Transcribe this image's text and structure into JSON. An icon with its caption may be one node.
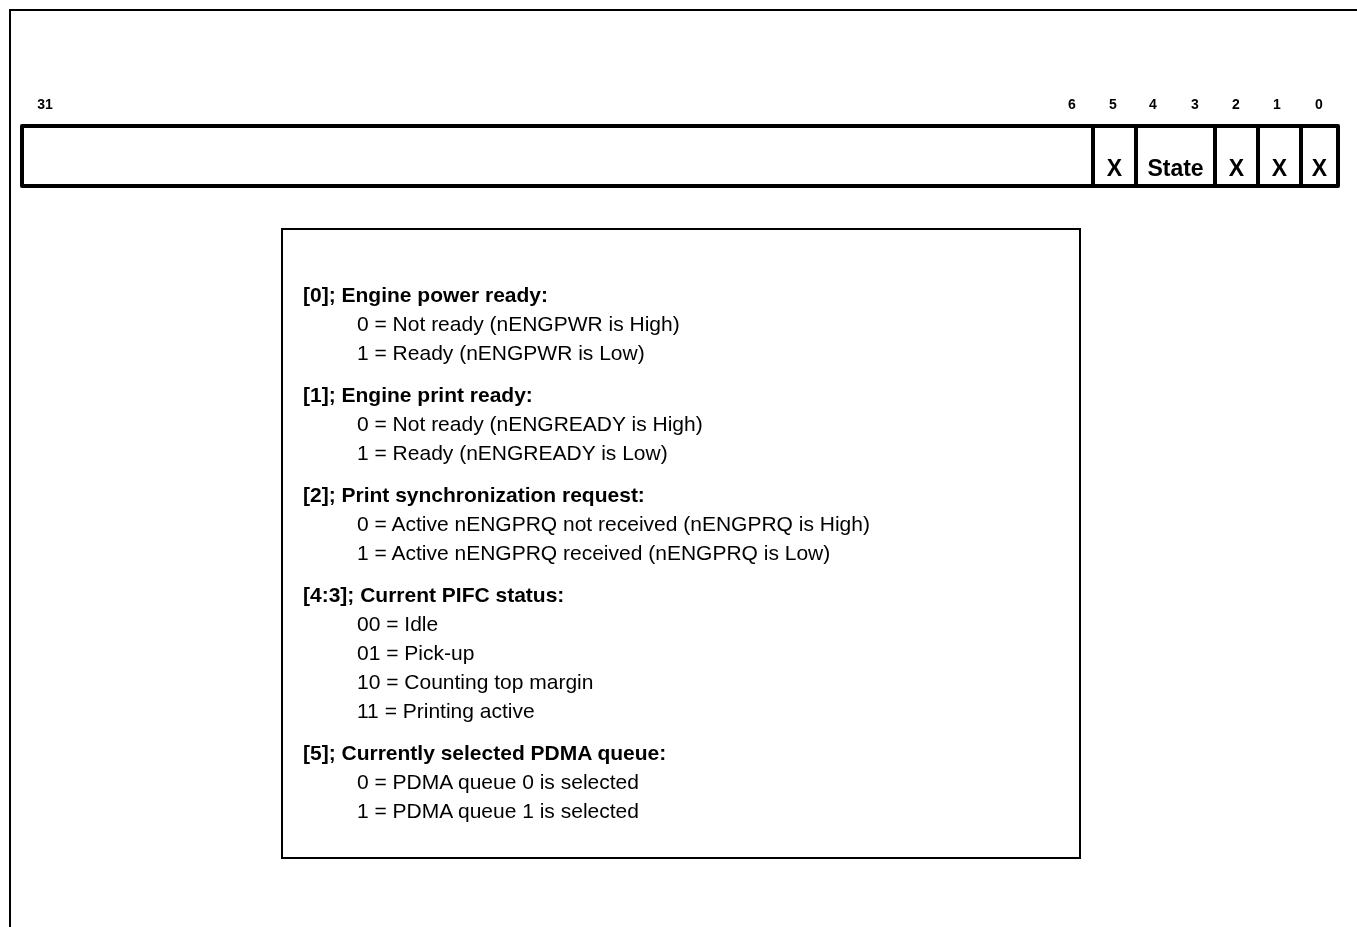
{
  "diagram": {
    "nodes": [
      {
        "text": [],
        "shape": "bar"
      },
      {
        "text": [
          "X"
        ],
        "in": 0
      },
      {
        "text": [
          "State"
        ],
        "in": 0
      },
      {
        "text": [
          "X"
        ],
        "in": 0
      },
      {
        "text": [
          "X"
        ],
        "in": 0
      },
      {
        "text": [
          "X"
        ],
        "in": 0
      },
      {
        "text": [
          "[0]; Engine power ready:",
          "0 = Not ready (nENGPWR is High)",
          "1 = Ready (nENGPWR is Low)",
          "[1]; Engine print ready:",
          "0 = Not ready (nENGREADY is High)",
          "1 = Ready (nENGREADY is Low)",
          "[2]; Print synchronization request:",
          "0 = Active nENGPRQ not received (nENGPRQ is High)",
          "1 = Active nENGPRQ received (nENGPRQ is Low)",
          "[4:3]; Current PIFC status:",
          "00 = Idle",
          "01 = Pick-up",
          "10 = Counting top margin",
          "11 = Printing active",
          "[5]; Currently selected PDMA queue:",
          "0 = PDMA queue 0 is selected",
          "1 = PDMA queue 1 is selected"
        ]
      }
    ],
    "edges": [],
    "labels": [
      "31",
      "6",
      "5",
      "4",
      "3",
      "2",
      "1",
      "0"
    ]
  }
}
